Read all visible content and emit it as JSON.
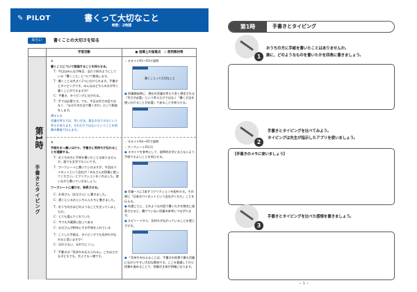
{
  "header": {
    "logo": "PILOT",
    "title": "書くって大切なこと",
    "hours": "時数：2時間",
    "brand_color": "#0b5bab"
  },
  "aim": {
    "badge": "ねらい",
    "text": "書くことの大切さを知る"
  },
  "table": {
    "col_activity": "学習活動",
    "col_notes": "● 指導上の留意点　◇ 使用教材等",
    "lesson_number": "第1時",
    "lesson_name": "手書きとタイピング",
    "step1": {
      "num": "①",
      "goal": "書くことについて勉強することを知らせる。",
      "lines": [
        "T：今日はみんなが毎日、当たり前のようにしている「書くこと」について勉強します。",
        "T：書くことは大きく2つに分けられます。手書きとタイピングです。みんなはどちらの方が早く書くことができますか？",
        "C：手書き、タイピングに分かれる。",
        "T：手では必要です。でも、今日は早さの話ではなく、「なぜその方法で書くのか」という勉強をします。"
      ],
      "point_label": "ポイント",
      "point": "児童の考えでは、早い方法、楽な方法できるという考えがあります。それだけではないということを授業の最後で伝えます。"
    },
    "step2": {
      "num": "②",
      "goal": "手紙をおっ書いはから、手書きに気持ちが伝わることを理解する。",
      "lines": [
        "T：おうちの方に手紙を書いたことはありませんか。誰でも文字でもいいです。",
        "T：ワークシートに書いていきますが、今回はパイロットという会社が「みなさんの授業に使ってください」とフリクションをくれました。使いながら書いていきましょう。"
      ],
      "sub": "ワークシートに書かせ、発表させる。",
      "lines2": [
        "C：お母さん（お父さん）に書きました。",
        "C：遠くにいるおじいちゃんたちに書きました。"
      ],
      "lines3": [
        "T：おうちの方はどのようなことを言っていましたか。",
        "C：とても喜んでくれていた",
        "C：今でも冷蔵庫に貼ってある",
        "C：お父さんが財布にその手紙を入れている"
      ],
      "lines4": [
        "T：こうした手紙は、タイピングでも気持ちが伝わると思いますか？",
        "C：伝わらない、伝わりにくい。"
      ],
      "lines5": [
        "T：手書きは「気持ちを伝えられる」。これは小さな子どもでも、大人でも一緒です。"
      ]
    },
    "notes1": {
      "material": "スライドR1～R3で説明",
      "slide1_caption": "書くことって大切なこと",
      "note": "授業開始時に、現在の児童の考えで多く想定される「早さが必要」という考えだけではなく「書く方法を使い分けることが必要」であることを知らせる。"
    },
    "notes2": {
      "material1": "スライドR4～R5で説明",
      "material2": "ワークシートR1(1)",
      "notes": [
        "スライドを参考にして、説明的文字にならないよう手紙でもよいことを知らせる。",
        "児童一人に1本ずつフリクションを配布する。その際に「日本のパイロットという会社がくれた」ことを伝える。",
        "何通ごとに、どのような内容で書いたかを数名に発表させると、書けていない児童の参考につながります。",
        "エピソードから、気持ちが伝わっていることを感じさせる。",
        "「気持ちを伝えることは、手書きの効果で最も児童に伝わりやすい大切な教材です。ここを意識してから授業を進めることで、授業の主体が明確になります。"
      ]
    }
  },
  "worksheet": {
    "lesson_number": "第1時",
    "lesson_name": "手書きとタイピング",
    "items": [
      {
        "num": "1",
        "lines": [
          "おうちの方に手紙を書いたことはありませんか。",
          "誰に、どのようなものを書いたかを四角に書きましょう。"
        ]
      },
      {
        "num": "2",
        "lines": [
          "手書きとタイピングを比べてみよう。",
          "タイピングは先生が指示したアプリを使いましょう。"
        ],
        "memo": "【手書きのメモに使いましょう】"
      },
      {
        "num": "3",
        "lines": [
          "手書きとタイピングを比べた感想を書きましょう。"
        ]
      }
    ],
    "page_number": "− 1 −"
  }
}
